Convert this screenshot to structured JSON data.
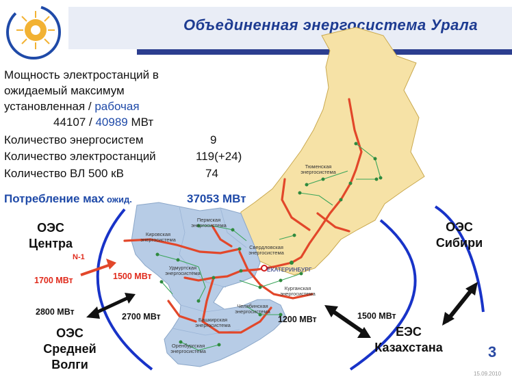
{
  "header": {
    "title": "Объединенная энергосистема Урала"
  },
  "stats": {
    "line1": "Мощность  электростанций  в",
    "line2": "ожидаемый максимум",
    "line3_black": "установленная / ",
    "line3_blue": "рабочая",
    "installed": "44107",
    "sep": " / ",
    "working": "40989",
    "unit": " МВт",
    "systems_label": "Количество энергосистем",
    "systems_value": "9",
    "plants_label": "Количество электростанций",
    "plants_value": "119(+24)",
    "lines_label": "Количество ВЛ 500 кВ",
    "lines_value": "74"
  },
  "consumption": {
    "label": "Потребление мах",
    "label_small": " ожид.",
    "value": "37053 МВт"
  },
  "regions": {
    "center": [
      "ОЭС",
      "Центра"
    ],
    "siberia": [
      "ОЭС",
      "Сибири"
    ],
    "volga": [
      "ОЭС",
      "Средней",
      "Волги"
    ],
    "kazakhstan": [
      "ЕЭС",
      "Казахстана"
    ]
  },
  "flows": {
    "n1": "N-1",
    "center_red": "1700 МВт",
    "center_mid": "1500 МВт",
    "volga_left": "2800 МВт",
    "volga_right": "2700 МВт",
    "kaz_left": "1200 МВт",
    "kaz_right": "1500 МВт"
  },
  "map_labels": {
    "tyumen": [
      "Тюменская",
      "энергосистема"
    ],
    "perm": [
      "Пермская",
      "энергосистема"
    ],
    "kirov": [
      "Кировская",
      "энергосистема"
    ],
    "udmurt": [
      "Удмуртская",
      "энергосистема"
    ],
    "sverdlovsk": [
      "Свердловская",
      "энергосистема"
    ],
    "ekaterinburg": "ЕКАТЕРИНБУРГ",
    "kurgan": [
      "Курганская",
      "энергосистема"
    ],
    "chelyabinsk": [
      "Челябинская",
      "энергосистема"
    ],
    "bashkir": [
      "Башкирская",
      "энергосистема"
    ],
    "orenburg": [
      "Оренбургская",
      "энергосистема"
    ]
  },
  "page_number": "3",
  "footer_date": "15.09.2010",
  "colors": {
    "accent_blue": "#1f4aa8",
    "line_red": "#e2472a",
    "map_yellow": "#f6e2a6",
    "map_blue": "#b7cce6",
    "arc_blue": "#1833c8"
  }
}
